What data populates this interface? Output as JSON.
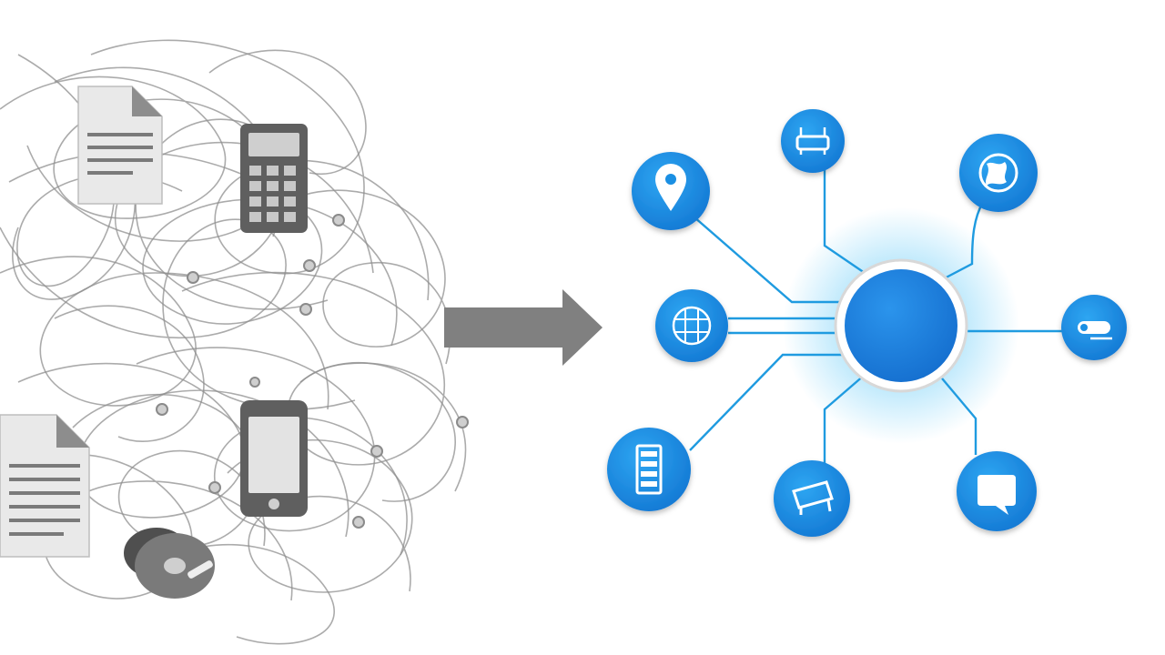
{
  "colors": {
    "background": "#ffffff",
    "tangle_stroke": "#8f8f8f",
    "doc_fill": "#e6e6e6",
    "device_fill": "#5f5f5f",
    "arrow_fill": "#808080",
    "node_blue": "#1a8fe3",
    "hub_blue": "#1e88e5",
    "glow_blue": "#4fc3f7",
    "line_blue": "#1f9be0"
  },
  "left_cluster": {
    "items": [
      {
        "name": "document-icon",
        "kind": "document"
      },
      {
        "name": "calculator-icon",
        "kind": "calculator"
      },
      {
        "name": "document-icon",
        "kind": "document"
      },
      {
        "name": "smartphone-icon",
        "kind": "phone"
      },
      {
        "name": "disc-icon",
        "kind": "disc"
      }
    ]
  },
  "arrow": {
    "direction": "right",
    "icon": "arrow-right-icon"
  },
  "hub": {
    "icon": "hub-circle",
    "nodes": [
      {
        "icon": "location-pin-icon"
      },
      {
        "icon": "router-icon"
      },
      {
        "icon": "globe-icon"
      },
      {
        "icon": "grid-globe-icon"
      },
      {
        "icon": "projector-icon"
      },
      {
        "icon": "server-rack-icon"
      },
      {
        "icon": "printer-icon"
      },
      {
        "icon": "chat-bubble-icon"
      }
    ]
  }
}
